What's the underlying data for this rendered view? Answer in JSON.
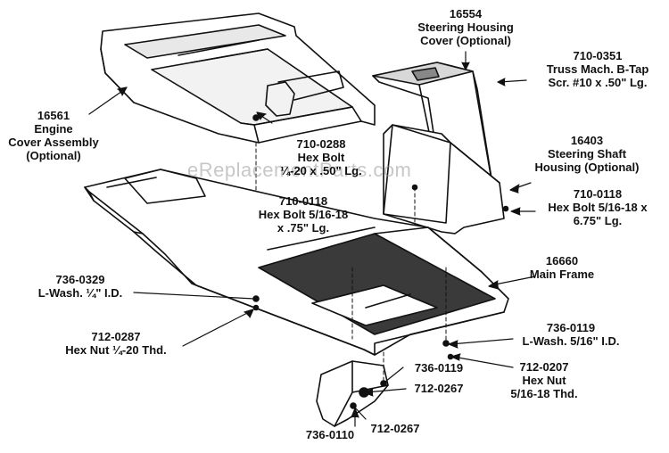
{
  "watermark": "eReplacementParts.com",
  "callouts": {
    "steering_housing_cover": [
      "16554",
      "Steering Housing",
      "Cover (Optional)"
    ],
    "truss_screw": [
      "710-0351",
      "Truss Mach. B-Tap",
      "Scr. #10 x .50\" Lg."
    ],
    "engine_cover": [
      "16561",
      "Engine",
      "Cover Assembly",
      "(Optional)"
    ],
    "hex_bolt_0288": [
      "710-0288",
      "Hex Bolt",
      "¼-20 x .50\" Lg."
    ],
    "steering_shaft_housing": [
      "16403",
      "Steering Shaft",
      "Housing (Optional)"
    ],
    "hex_bolt_0118_center": [
      "710-0118",
      "Hex Bolt 5/16-18",
      "x .75\" Lg."
    ],
    "hex_bolt_0118_right": [
      "710-0118",
      "Hex Bolt 5/16-18 x",
      "6.75\" Lg."
    ],
    "main_frame": [
      "16660",
      "Main Frame"
    ],
    "lwash_0329": [
      "736-0329",
      "L-Wash. ¼\" I.D."
    ],
    "hex_nut_0287": [
      "712-0287",
      "Hex Nut ¼-20 Thd."
    ],
    "lwash_0119_right": [
      "736-0119",
      "L-Wash. 5/16\" I.D."
    ],
    "lwash_0119_bottom": [
      "736-0119"
    ],
    "hex_nut_0207": [
      "712-0207",
      "Hex Nut",
      "5/16-18 Thd."
    ],
    "hex_nut_0267_a": [
      "712-0267"
    ],
    "hex_nut_0267_b": [
      "712-0267"
    ],
    "part_0110": [
      "736-0110"
    ]
  }
}
